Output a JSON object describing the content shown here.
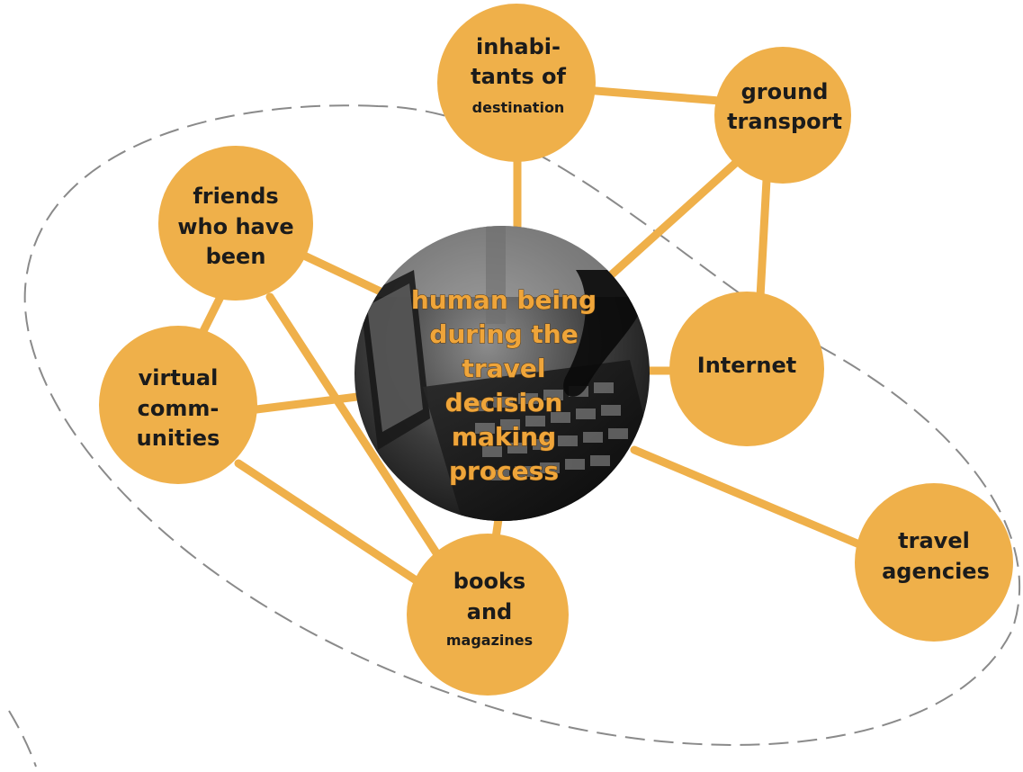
{
  "diagram": {
    "center": {
      "lines": [
        "human being",
        "during the",
        "travel",
        "decision",
        "making",
        "process"
      ]
    },
    "nodes": {
      "inhabitants": {
        "line1": "inhabi-",
        "line2": "tants of",
        "line3": "destination"
      },
      "ground_transport": {
        "line1": "ground",
        "line2": "transport"
      },
      "friends": {
        "line1": "friends",
        "line2": "who have",
        "line3": "been"
      },
      "virtual": {
        "line1": "virtual",
        "line2": "comm-",
        "line3": "unities"
      },
      "internet": {
        "line1": "Internet"
      },
      "travel_agencies": {
        "line1": "travel",
        "line2": "agencies"
      },
      "books": {
        "line1": "books",
        "line2": "and",
        "line3": "magazines"
      }
    },
    "colors": {
      "node": "#efb04a",
      "edge": "#efb04a",
      "dashed_boundary": "#8a8a8a",
      "center_text": "#efa53a"
    }
  }
}
